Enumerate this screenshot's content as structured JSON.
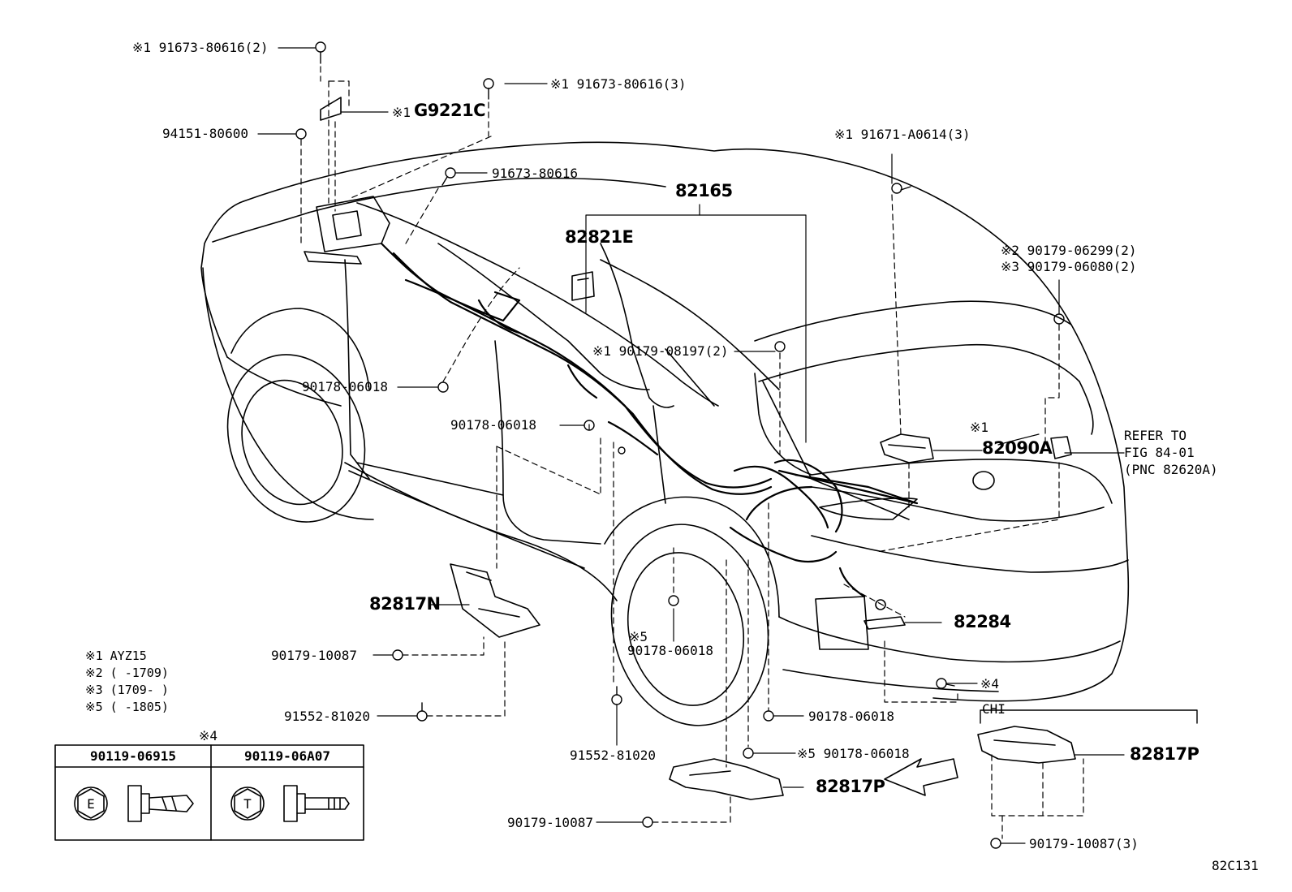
{
  "labels": {
    "p_91673_80616_2": "※1 91673-80616(2)",
    "p_91673_80616_3": "※1 91673-80616(3)",
    "p_g9221c_mark": "※1",
    "p_g9221c": "G9221C",
    "p_94151": "94151-80600",
    "p_91673_80616": "91673-80616",
    "p_91671": "※1 91671-A0614(3)",
    "p_82165": "82165",
    "p_82821e": "82821E",
    "p_90179_06299": "※2 90179-06299(2)",
    "p_90179_06080": "※3 90179-06080(2)",
    "p_90179_08197": "※1 90179-08197(2)",
    "p_90178_06018_a": "90178-06018",
    "p_90178_06018_b": "90178-06018",
    "p_82090a_mark": "※1",
    "p_82090a": "82090A",
    "p_refer1": "REFER TO",
    "p_refer2": "FIG 84-01",
    "p_refer3": "(PNC 82620A)",
    "p_82817n": "82817N",
    "p_82284": "82284",
    "p_90179_10087_a": "90179-10087",
    "p_mark5_a": "※5",
    "p_90178_06018_c": "90178-06018",
    "p_mark4": "※4",
    "p_91552_a": "91552-81020",
    "p_91552_b": "91552-81020",
    "p_90178_06018_d": "90178-06018",
    "p_90178_06018_e": "※5 90178-06018",
    "p_82817p_a": "82817P",
    "p_90179_10087_b": "90179-10087",
    "p_chi": "CHI",
    "p_82817p_b": "82817P",
    "p_90179_10087_c": "90179-10087(3)",
    "p_diagram_id": "82C131"
  },
  "notes": {
    "n1": "※1 AYZ15",
    "n2": "※2 (     -1709)",
    "n3": "※3 (1709-     )",
    "n5": "※5 (     -1805)"
  },
  "legend": {
    "title": "※4",
    "col1": "90119-06915",
    "col2": "90119-06A07",
    "sym1": "E",
    "sym2": "T"
  }
}
